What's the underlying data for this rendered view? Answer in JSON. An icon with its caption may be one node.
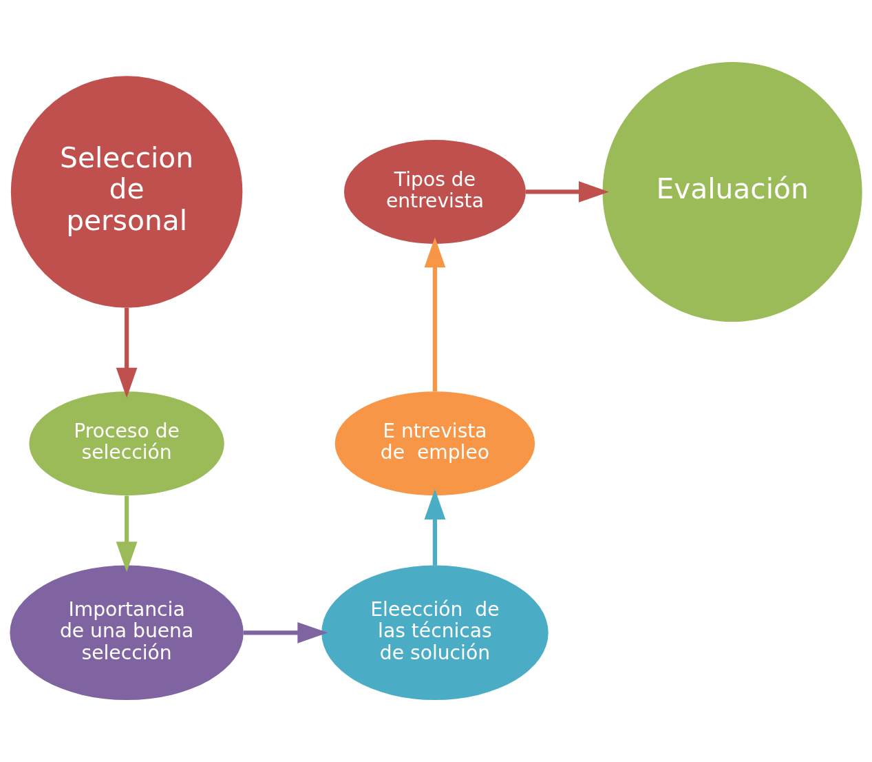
{
  "diagram": {
    "nodes": [
      {
        "text": [
          "Seleccion de personal"
        ]
      },
      {
        "text": [
          "Tipos de entrevista"
        ]
      },
      {
        "text": [
          "Evaluación"
        ]
      },
      {
        "text": [
          "Proceso de selección"
        ]
      },
      {
        "text": [
          "E ntrevista de  empleo"
        ]
      },
      {
        "text": [
          "Importancia de una buena selección"
        ]
      },
      {
        "text": [
          "Eleección  de las técnicas de solución"
        ]
      }
    ],
    "edges": [
      {
        "from": 0,
        "to": 3,
        "arrow": "to",
        "color": "#c0504d"
      },
      {
        "from": 3,
        "to": 5,
        "arrow": "to",
        "color": "#9bbb59"
      },
      {
        "from": 5,
        "to": 6,
        "arrow": "to",
        "color": "#8064a2"
      },
      {
        "from": 6,
        "to": 4,
        "arrow": "to",
        "color": "#4bacc6"
      },
      {
        "from": 4,
        "to": 1,
        "arrow": "to",
        "color": "#f79646"
      },
      {
        "from": 1,
        "to": 2,
        "arrow": "to",
        "color": "#c0504d"
      }
    ]
  }
}
